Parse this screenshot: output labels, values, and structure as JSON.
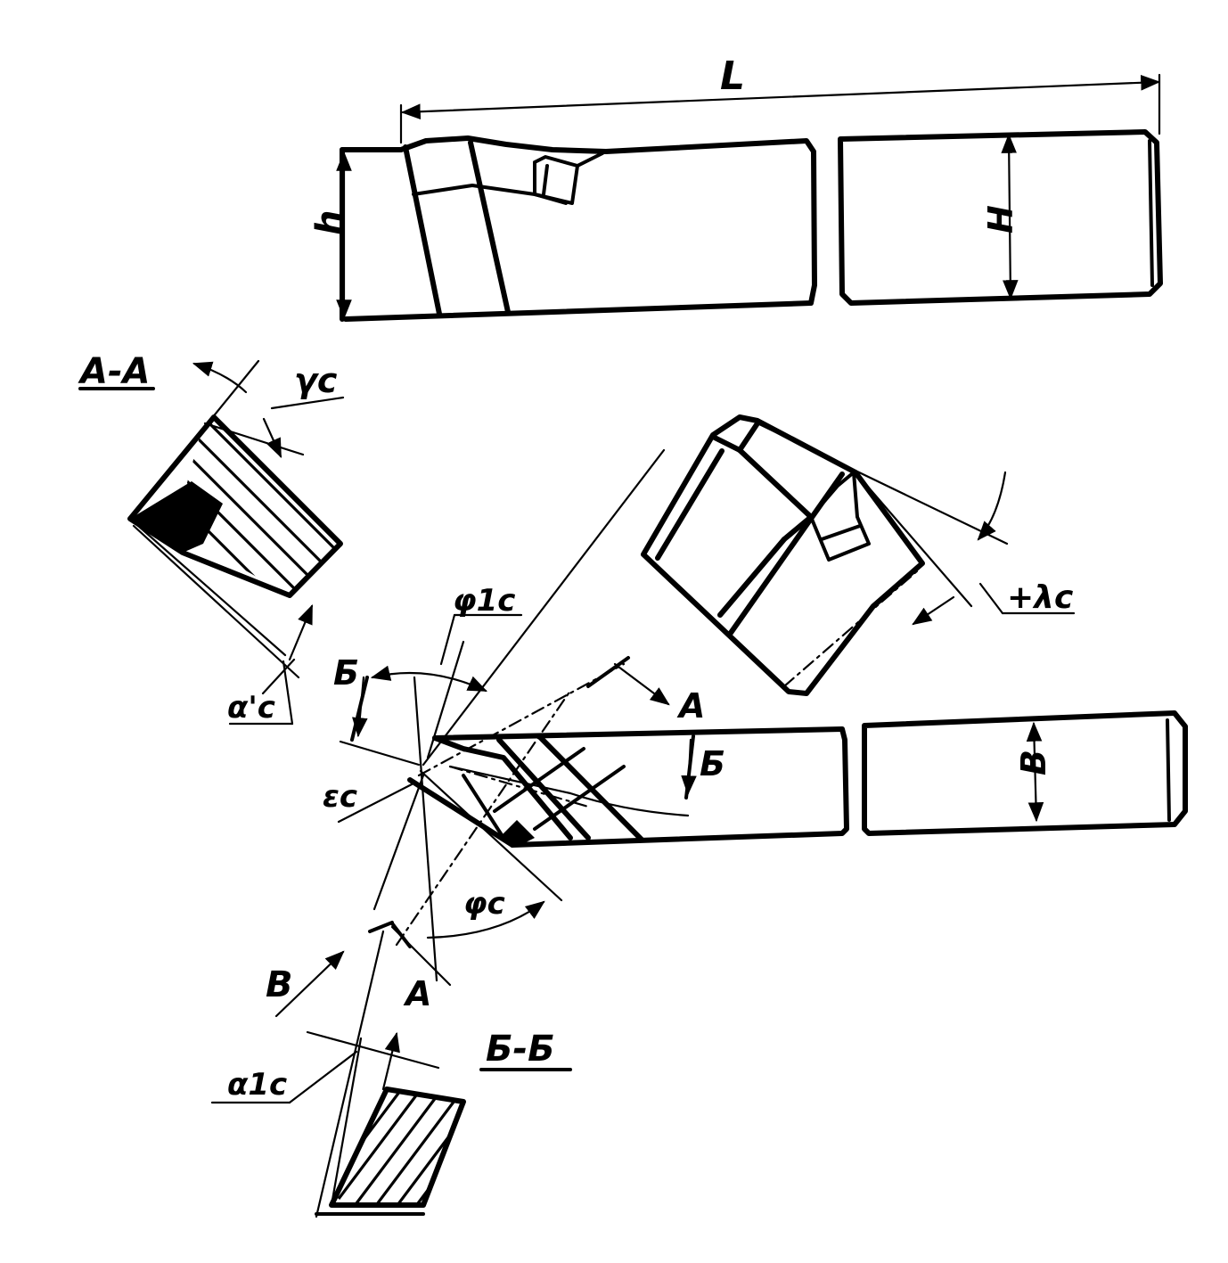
{
  "labels": {
    "L": "L",
    "h": "h",
    "H": "H",
    "B": "B",
    "section_a": "A-A",
    "section_b": "Б-Б",
    "gamma_c": "γc",
    "alpha_prime_c": "α'c",
    "phi1_c": "φ1c",
    "phi_c": "φc",
    "lambda_c": "+λc",
    "epsilon_c": "εc",
    "alpha1_c": "α1c",
    "cut_a_top": "A",
    "cut_a_bottom": "A",
    "cut_b_left": "Б",
    "cut_b_right": "Б",
    "view_b": "B"
  }
}
